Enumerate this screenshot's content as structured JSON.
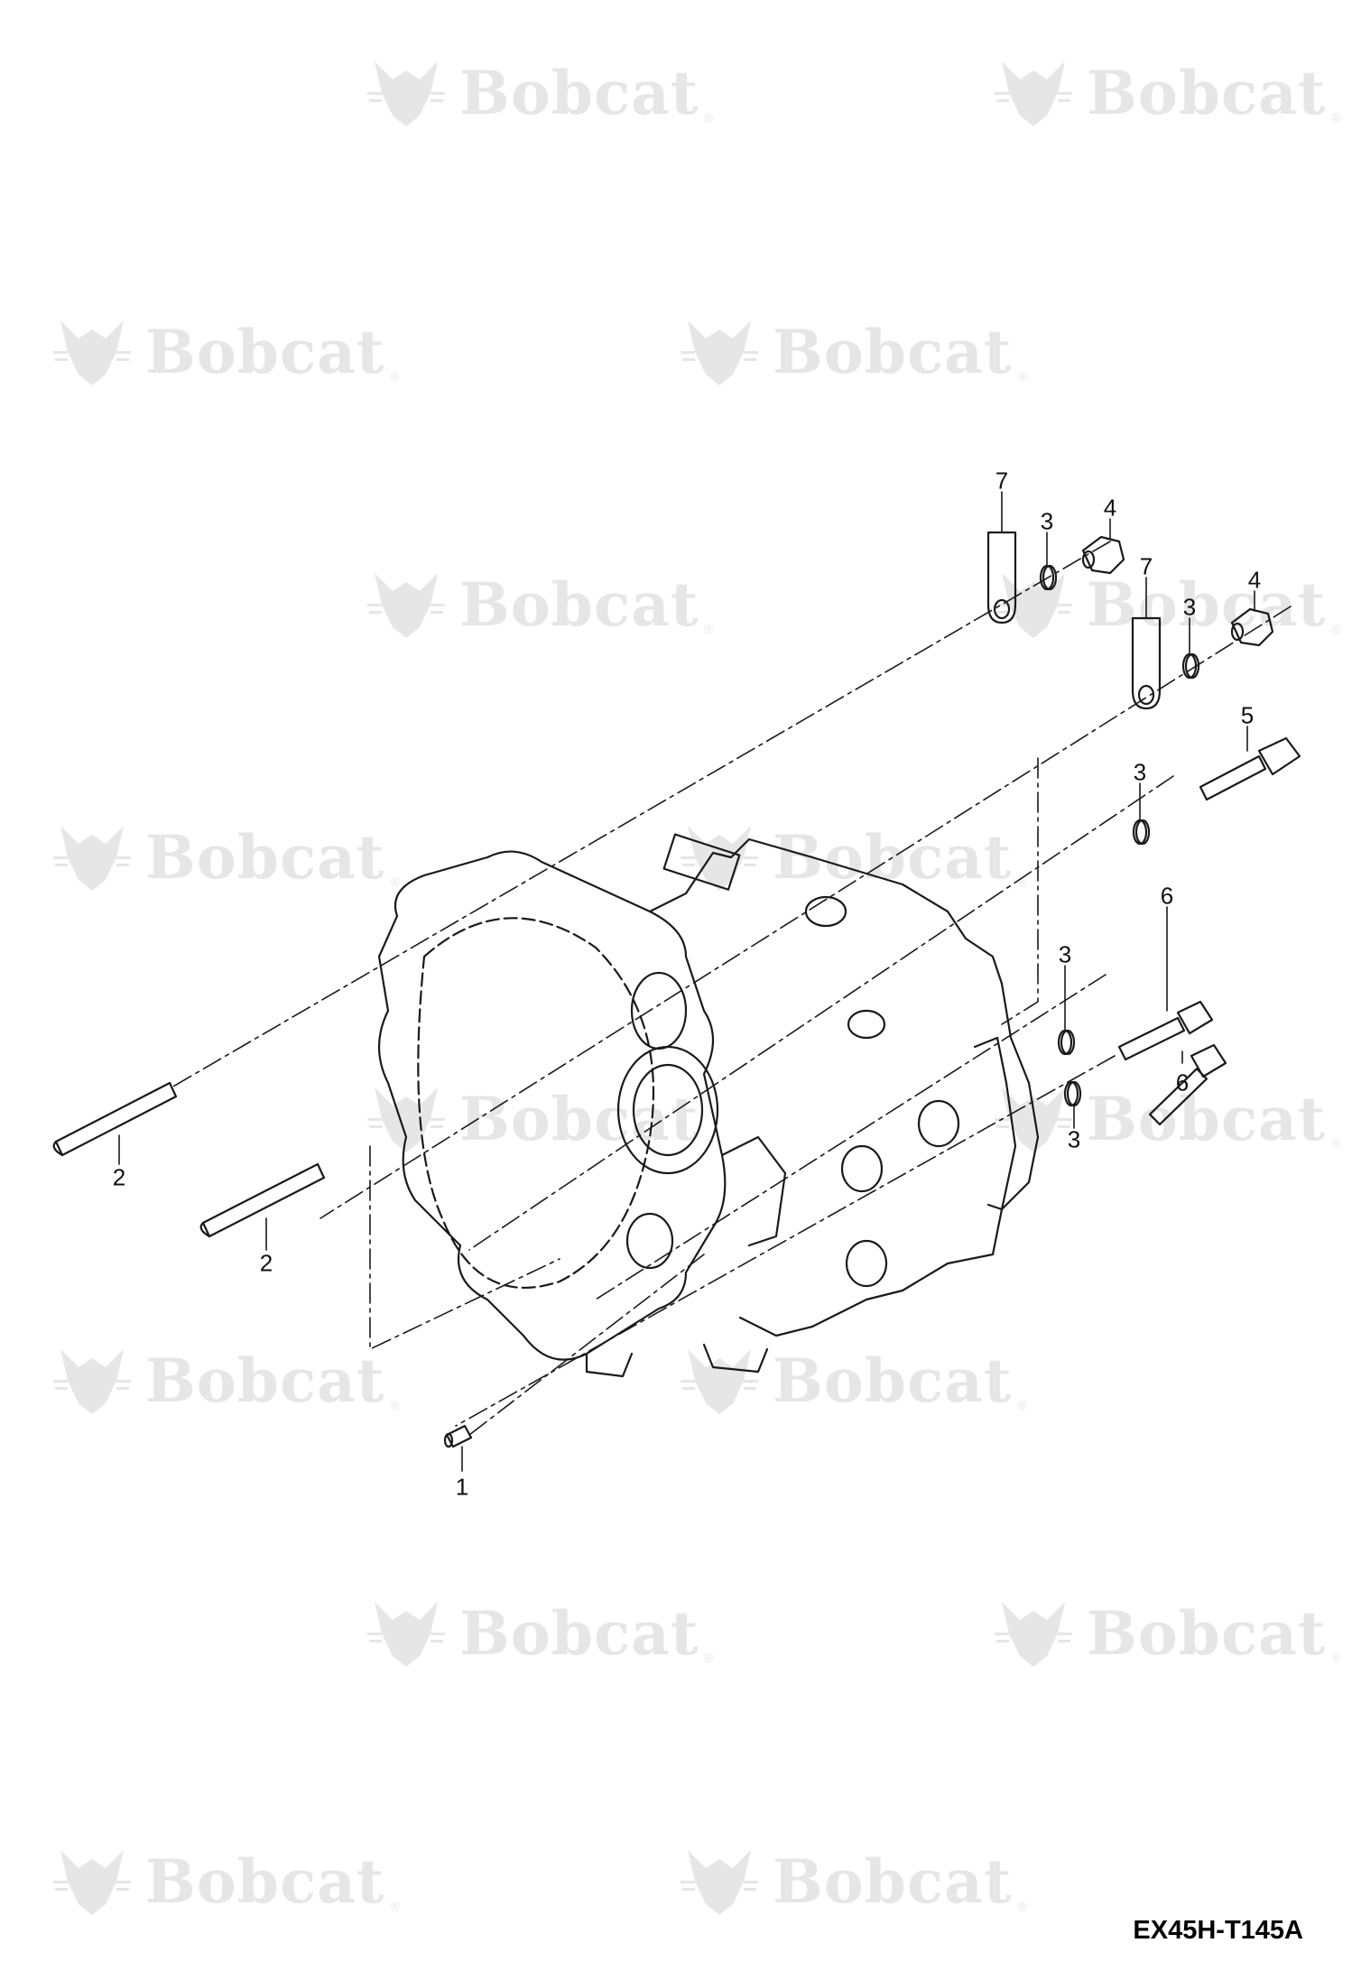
{
  "watermark": {
    "brand": "Bobcat",
    "mark": "®"
  },
  "drawing_number": "EX45H-T145A",
  "callouts": [
    {
      "id": "c7a",
      "label": "7"
    },
    {
      "id": "c3a",
      "label": "3"
    },
    {
      "id": "c4a",
      "label": "4"
    },
    {
      "id": "c7b",
      "label": "7"
    },
    {
      "id": "c3b",
      "label": "3"
    },
    {
      "id": "c4b",
      "label": "4"
    },
    {
      "id": "c5",
      "label": "5"
    },
    {
      "id": "c3c",
      "label": "3"
    },
    {
      "id": "c6a",
      "label": "6"
    },
    {
      "id": "c3d",
      "label": "3"
    },
    {
      "id": "c6b",
      "label": "6"
    },
    {
      "id": "c3e",
      "label": "3"
    },
    {
      "id": "c2a",
      "label": "2"
    },
    {
      "id": "c2b",
      "label": "2"
    },
    {
      "id": "c1",
      "label": "1"
    }
  ],
  "colors": {
    "line": "#1a1a1a",
    "watermark": "#e6e6e6",
    "background": "#ffffff"
  }
}
